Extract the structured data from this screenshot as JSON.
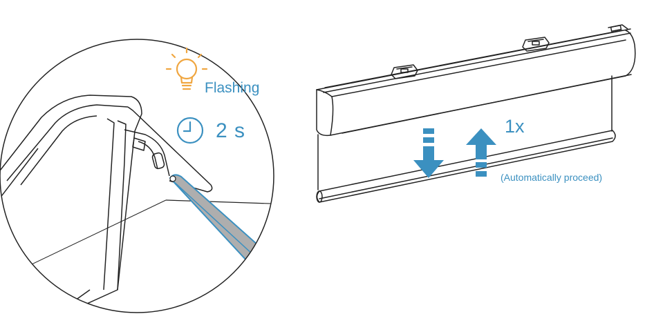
{
  "flash": {
    "label": "Flashing",
    "icon": "lightbulb-icon",
    "icon_color": "#f0a640"
  },
  "timer": {
    "label": "2 s",
    "icon": "clock-icon"
  },
  "motion": {
    "count_label": "1x",
    "note": "(Automatically proceed)",
    "up_icon": "arrow-up-icon",
    "down_icon": "arrow-down-icon"
  },
  "colors": {
    "accent": "#3b90c0",
    "line": "#222222",
    "pen_fill": "#aeaeae"
  }
}
